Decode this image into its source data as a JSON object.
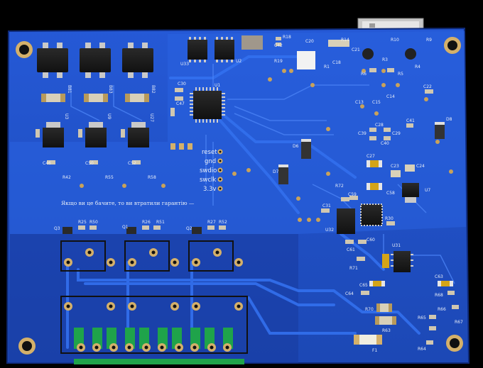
{
  "board": {
    "colors": {
      "background": "#000000",
      "board_blue": "#1f4fc2",
      "board_blue_light": "#2a62de",
      "board_blue_dark": "#17399a",
      "trace": "#2c66e6",
      "copper_pad": "#c9a25a",
      "silkscreen": "#e8eef8",
      "ic_black": "#1a1a1a",
      "green_wire": "#1fa34a"
    },
    "debug_header_labels": [
      "reset",
      "gnd",
      "swdio",
      "swclk",
      "3.3v"
    ],
    "warranty_note": "Якщо ви це бачите, то ви втратили гарантію —",
    "designators": {
      "r18": "R18",
      "r19": "R19",
      "c42": "C42",
      "c20": "C20",
      "r14": "R14",
      "r10": "R10",
      "r9": "R9",
      "c21": "C21",
      "r3": "R3",
      "r4": "R4",
      "r1": "R1",
      "c18": "C18",
      "r6": "R6",
      "r5": "R5",
      "c22": "C22",
      "c14": "C14",
      "c13": "C13",
      "c15": "C15",
      "b81": "B81",
      "b83": "B83",
      "b82": "B82",
      "u33": "U33",
      "u2": "U2",
      "c30": "C30",
      "c47": "C47",
      "u1": "U1",
      "u3": "U3",
      "u9": "U9",
      "u7a": "U27",
      "c46": "C46",
      "c50": "C50",
      "c52": "C52",
      "r42": "R42",
      "r55": "R55",
      "r58": "R58",
      "c28": "C28",
      "c29": "C29",
      "c39": "C39",
      "c40": "C40",
      "c41": "C41",
      "d8": "D8",
      "d6": "D6",
      "d7": "D7",
      "c27": "C27",
      "c23": "C23",
      "c24": "C24",
      "c58": "C58",
      "u7": "U7",
      "r72": "R72",
      "c59": "C59",
      "c31": "C31",
      "u32": "U32",
      "r30": "R30",
      "c61": "C61",
      "c60": "C60",
      "r71": "R71",
      "u31": "U31",
      "q3": "Q3",
      "q1": "Q1",
      "q2": "Q2",
      "r25": "R25",
      "r50": "R50",
      "r26": "R26",
      "r51": "R51",
      "r27": "R27",
      "r52": "R52",
      "c65": "C65",
      "c64": "C64",
      "r70": "R70",
      "r63": "R63",
      "f1": "F1",
      "c63": "C63",
      "r68": "R68",
      "r66": "R66",
      "r65": "R65",
      "r67": "R67",
      "r64": "R64"
    }
  }
}
